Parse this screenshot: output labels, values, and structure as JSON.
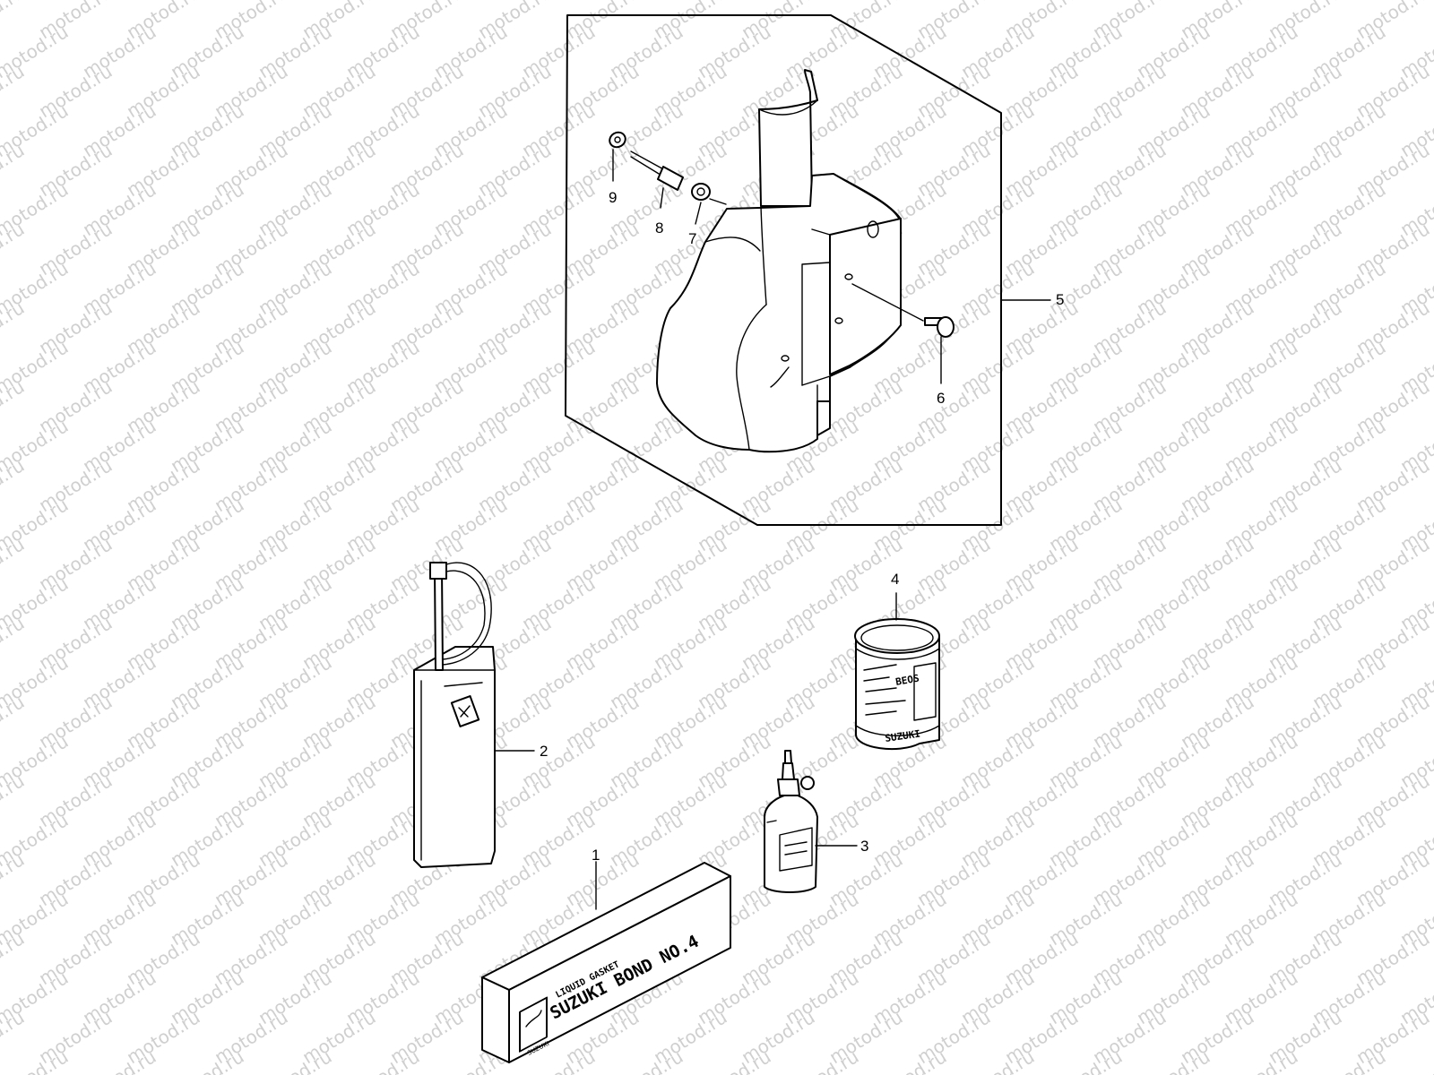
{
  "watermark": "motod.ru",
  "callouts": [
    {
      "id": "1",
      "label": "1"
    },
    {
      "id": "2",
      "label": "2"
    },
    {
      "id": "3",
      "label": "3"
    },
    {
      "id": "4",
      "label": "4"
    },
    {
      "id": "5",
      "label": "5"
    },
    {
      "id": "6",
      "label": "6"
    },
    {
      "id": "7",
      "label": "7"
    },
    {
      "id": "8",
      "label": "8"
    },
    {
      "id": "9",
      "label": "9"
    }
  ],
  "box_text": {
    "line1": "LIQUID GASKET",
    "line2": "SUZUKI BOND NO.4",
    "brand": "SUZUKI"
  },
  "can_text": {
    "brand": "SUZUKI",
    "label": "BEOS"
  }
}
